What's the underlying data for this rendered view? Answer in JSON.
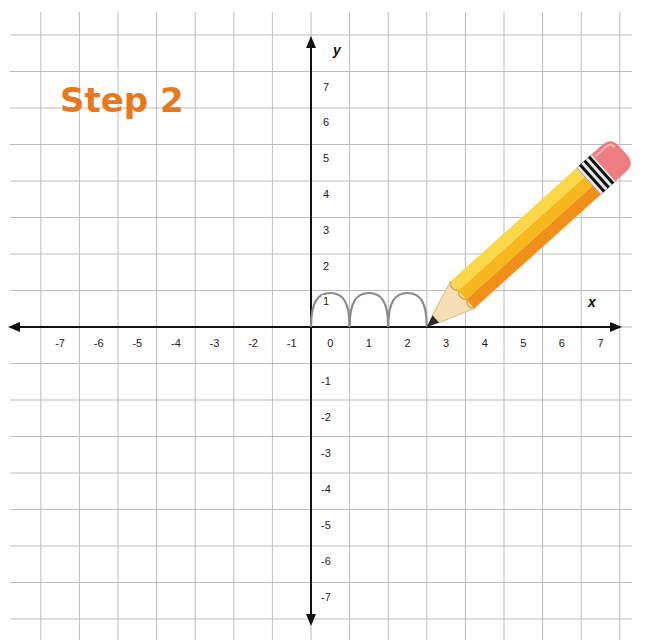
{
  "diagram": {
    "title": "Step 2",
    "labels": [
      "y",
      "x",
      "-7",
      "-6",
      "-5",
      "-4",
      "-3",
      "-2",
      "-1",
      "0",
      "1",
      "2",
      "3",
      "4",
      "5",
      "6",
      "7",
      "7",
      "6",
      "5",
      "4",
      "3",
      "2",
      "1",
      "-1",
      "-2",
      "-3",
      "-4",
      "-5",
      "-6",
      "-7"
    ]
  }
}
